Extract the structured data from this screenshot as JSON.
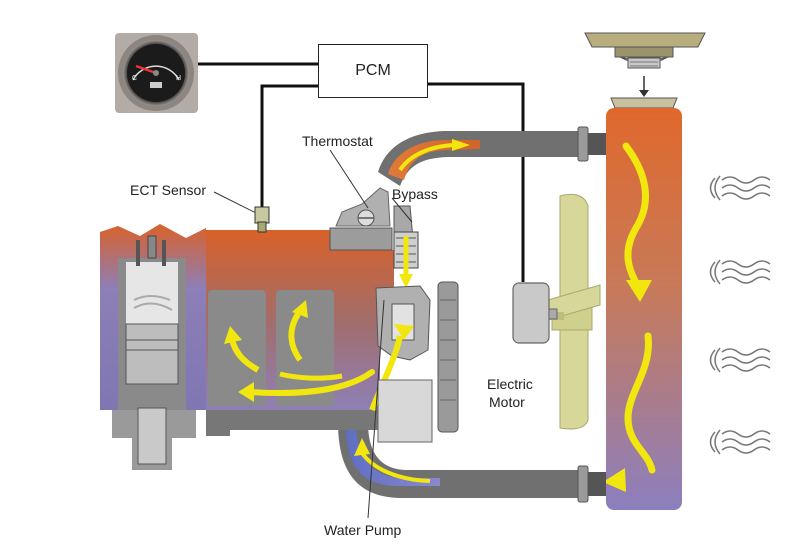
{
  "labels": {
    "pcm": "PCM",
    "thermostat": "Thermostat",
    "ect_sensor": "ECT Sensor",
    "bypass": "Bypass",
    "electric_motor_line1": "Electric",
    "electric_motor_line2": "Motor",
    "water_pump": "Water Pump"
  },
  "colors": {
    "hot_coolant": "#d9622b",
    "cool_coolant": "#8a7fb8",
    "flow_arrow": "#f2e60f",
    "engine_block": "#8a8a8a",
    "hose": "#6b6b6b",
    "fan_blade": "#d8d79a",
    "wire": "#111111"
  },
  "icons": [
    "temperature-gauge-icon",
    "radiator-cap-icon",
    "air-wave-icon",
    "fan-icon"
  ]
}
